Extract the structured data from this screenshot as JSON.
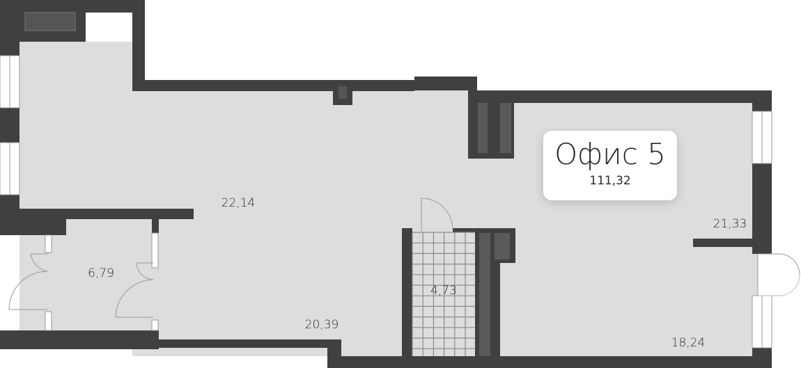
{
  "plan": {
    "office_name": "Офис 5",
    "office_total_area": "111,32",
    "room_areas": {
      "main_upper": "22,14",
      "entrance": "6,79",
      "bathroom": "4,73",
      "main_lower": "20,39",
      "right_lower": "18,24",
      "right_upper": "21,33"
    }
  },
  "colors": {
    "wall": "#404040",
    "floor": "#dcdddc",
    "label_bg": "#ffffff"
  }
}
